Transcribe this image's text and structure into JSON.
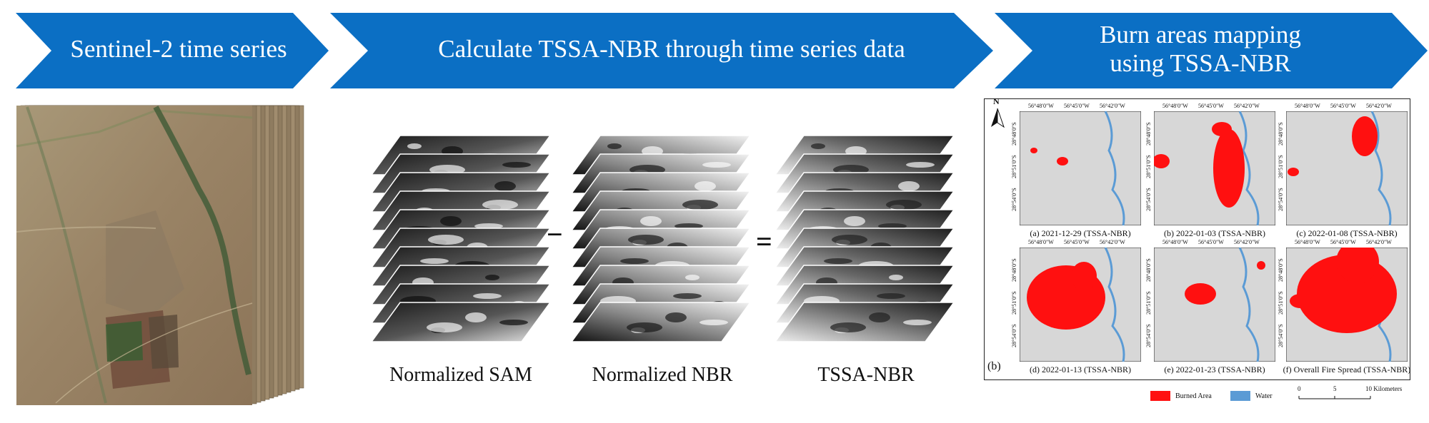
{
  "banners": {
    "step1": "Sentinel-2 time series",
    "step2": "Calculate TSSA-NBR through time series data",
    "step3_line1": "Burn areas mapping",
    "step3_line2": "using TSSA-NBR"
  },
  "stacks": {
    "sam_label": "Normalized SAM",
    "nbr_label": "Normalized NBR",
    "tssa_label": "TSSA-NBR",
    "minus": "−",
    "equals": "="
  },
  "map_figure": {
    "north": "N",
    "panel_tag": "(b)",
    "lon_ticks": [
      "56°48′0″W",
      "56°45′0″W",
      "56°42′0″W"
    ],
    "lat_ticks": [
      "28°48′0″S",
      "28°51′0″S",
      "28°54′0″S"
    ],
    "captions": [
      "(a) 2021-12-29  (TSSA-NBR)",
      "(b) 2022-01-03 (TSSA-NBR)",
      "(c) 2022-01-08  (TSSA-NBR)",
      "(d) 2022-01-13 (TSSA-NBR)",
      "(e) 2022-01-23 (TSSA-NBR)",
      "(f) Overall Fire Spread (TSSA-NBR)"
    ],
    "legend": {
      "burned": "Burned Area",
      "water": "Water",
      "scale_0": "0",
      "scale_5": "5",
      "scale_10": "10 Kilometers",
      "burned_color": "#ff1010",
      "water_color": "#5b9bd5"
    }
  },
  "colors": {
    "banner": "#0b6fc4"
  }
}
